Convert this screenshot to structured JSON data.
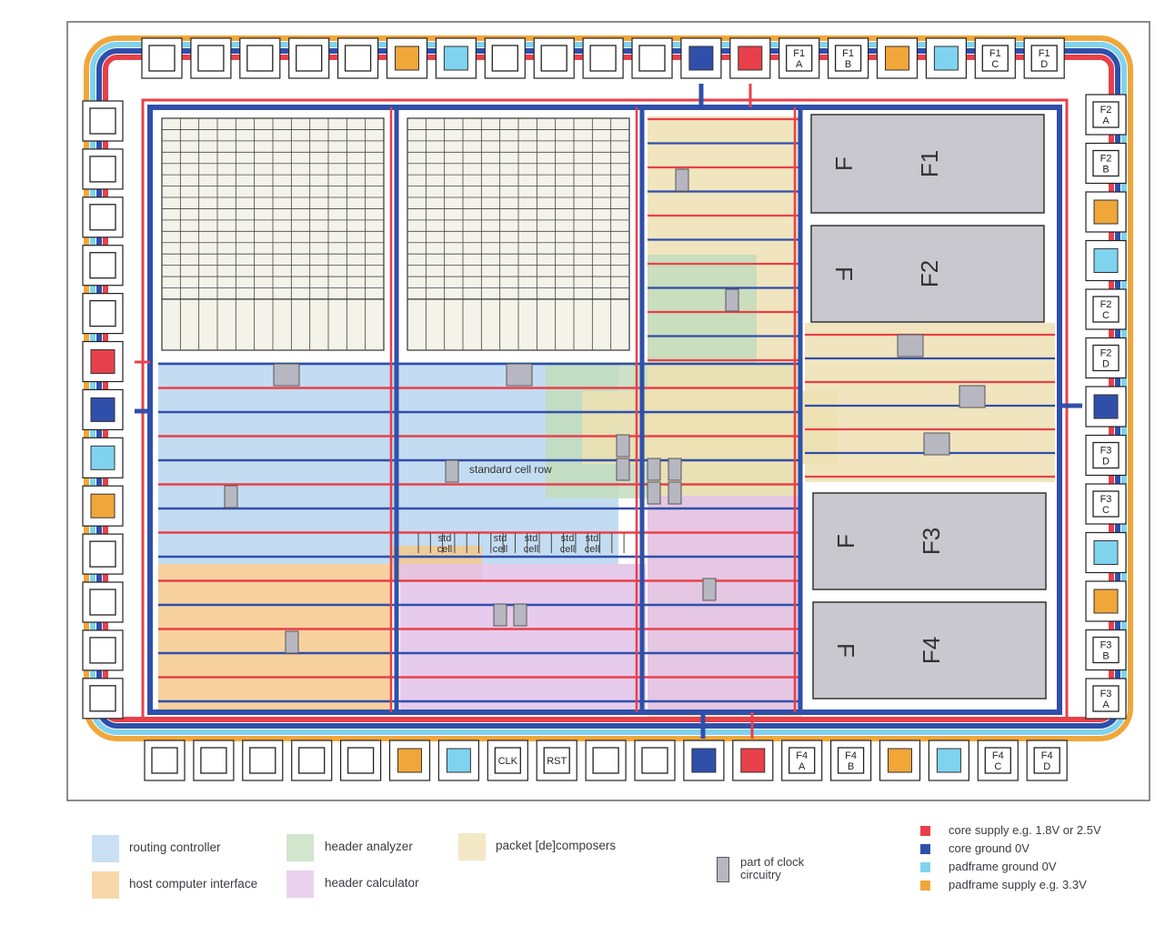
{
  "colors": {
    "core_supply": "#e8404a",
    "core_ground": "#2f4faa",
    "padframe_ground": "#7fd3ee",
    "padframe_supply": "#f1a63a",
    "routing_controller": "#b8d6ee",
    "host_computer_interface": "#f6c98d",
    "header_analyzer": "#c3dcbc",
    "header_calculator": "#e3c2ea",
    "packet_decomposers": "#ede0b3",
    "clock": "#b7b7c2",
    "block": "#c9c8cf"
  },
  "pads": {
    "top": [
      "",
      "",
      "",
      "",
      "",
      "padframe-supply",
      "padframe-ground",
      "",
      "",
      "",
      "",
      "core-ground",
      "core-supply",
      "F1\nA",
      "F1\nB",
      "padframe-supply",
      "padframe-ground",
      "F1\nC",
      "F1\nD"
    ],
    "bottom": [
      "",
      "",
      "",
      "",
      "",
      "padframe-supply",
      "padframe-ground",
      "CLK",
      "RST",
      "",
      "",
      "core-ground",
      "core-supply",
      "F4\nA",
      "F4\nB",
      "padframe-supply",
      "padframe-ground",
      "F4\nC",
      "F4\nD"
    ],
    "left": [
      "",
      "",
      "",
      "",
      "",
      "core-supply",
      "core-ground",
      "padframe-ground",
      "padframe-supply",
      "",
      "",
      "",
      ""
    ],
    "right": [
      "F2\nA",
      "F2\nB",
      "padframe-supply",
      "padframe-ground",
      "F2\nC",
      "F2\nD",
      "core-ground",
      "F3\nD",
      "F3\nC",
      "padframe-ground",
      "padframe-supply",
      "F3\nB",
      "F3\nA"
    ]
  },
  "blocks": [
    {
      "left": "F",
      "right": "F1",
      "flip_left": false
    },
    {
      "left": "F",
      "right": "F2",
      "flip_left": true
    },
    {
      "left": "F",
      "right": "F3",
      "flip_left": false
    },
    {
      "left": "F",
      "right": "F4",
      "flip_left": true
    }
  ],
  "labels": {
    "standard_cell_row": "standard cell row",
    "std_cell_line1": "std",
    "std_cell_line2": "cell"
  },
  "legend": {
    "routing_controller": "routing controller",
    "host_computer_interface": "host computer interface",
    "header_analyzer": "header analyzer",
    "header_calculator": "header calculator",
    "packet_decomposers": "packet [de]composers",
    "clock_line1": "part of clock",
    "clock_line2": "circuitry",
    "core_supply": "core supply e.g. 1.8V or 2.5V",
    "core_ground": "core ground 0V",
    "padframe_ground": "padframe ground 0V",
    "padframe_supply": "padframe supply e.g. 3.3V"
  }
}
